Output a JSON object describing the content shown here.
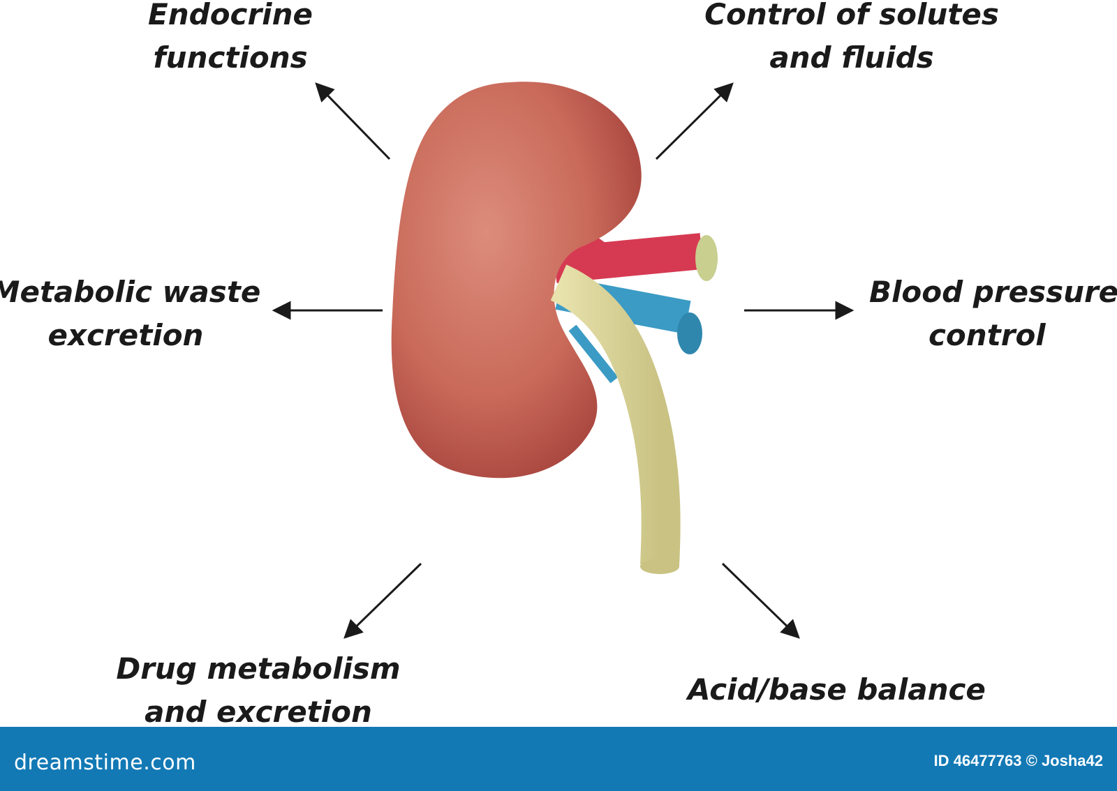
{
  "labels": {
    "endocrine": [
      "Endocrine",
      "functions"
    ],
    "solutes": [
      "Control of solutes",
      "and fluids"
    ],
    "waste": [
      "Metabolic waste",
      "excretion"
    ],
    "blood_pressure": [
      "Blood pressure",
      "control"
    ],
    "drug": [
      "Drug metabolism",
      "and excretion"
    ],
    "acid": [
      "Acid/base balance"
    ]
  },
  "watermark": {
    "brand": "dreamstime.com",
    "id_text": "ID 46477763 © Josha42"
  },
  "colors": {
    "kidney": "#c96a5a",
    "artery": "#d63a52",
    "vein": "#3b9bc4",
    "ureter": "#dcd59a",
    "footer": "#1279b5",
    "arrow": "#1a1a1a"
  }
}
